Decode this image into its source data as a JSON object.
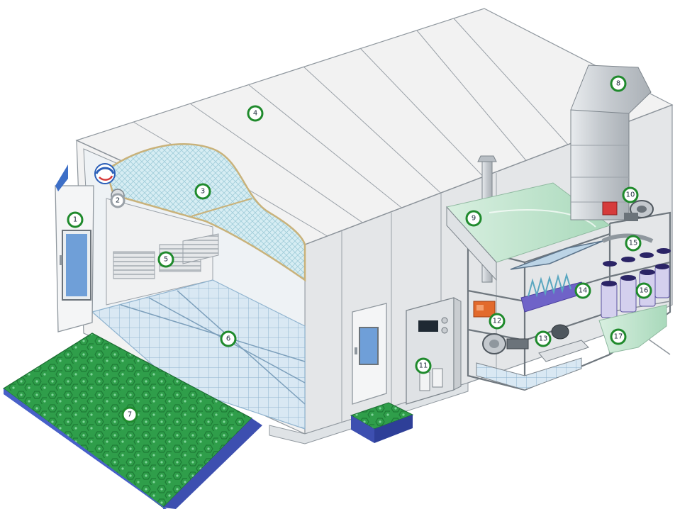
{
  "callouts": [
    {
      "id": "callout-1",
      "label": "1"
    },
    {
      "id": "callout-2",
      "label": "2"
    },
    {
      "id": "callout-3",
      "label": "3"
    },
    {
      "id": "callout-4",
      "label": "4"
    },
    {
      "id": "callout-5",
      "label": "5"
    },
    {
      "id": "callout-6",
      "label": "6"
    },
    {
      "id": "callout-7",
      "label": "7"
    },
    {
      "id": "callout-8",
      "label": "8"
    },
    {
      "id": "callout-9",
      "label": "9"
    },
    {
      "id": "callout-10",
      "label": "10"
    },
    {
      "id": "callout-11",
      "label": "11"
    },
    {
      "id": "callout-12",
      "label": "12"
    },
    {
      "id": "callout-13",
      "label": "13"
    },
    {
      "id": "callout-14",
      "label": "14"
    },
    {
      "id": "callout-15",
      "label": "15"
    },
    {
      "id": "callout-16",
      "label": "16"
    },
    {
      "id": "callout-17",
      "label": "17"
    }
  ],
  "colors": {
    "callout_ring": "#1f8a2c",
    "ramp_green": "#2f9e4a",
    "ramp_edge": "#3d4fb0",
    "floor_grid": "#bcd4e6",
    "ceiling_filter": "#cfe6ef",
    "duct_gray": "#cfd3d7",
    "wall": "#f2f2f2"
  }
}
